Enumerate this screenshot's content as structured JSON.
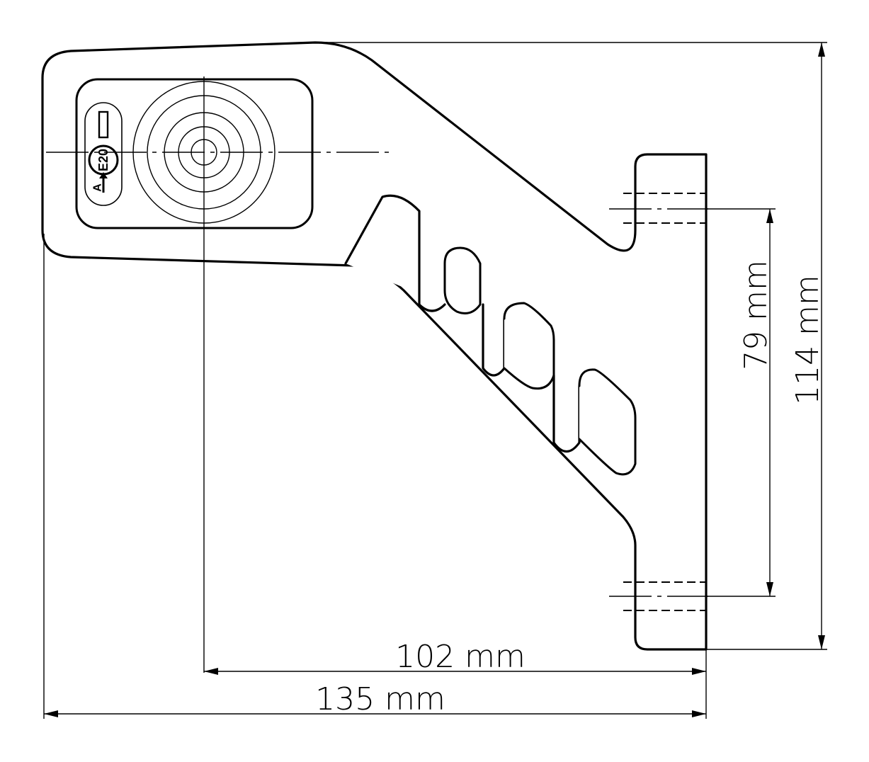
{
  "diagram": {
    "dimensions": {
      "width_label": "135 mm",
      "center_to_mount_label": "102 mm",
      "height_label": "114 mm",
      "hole_spacing_label": "79 mm"
    },
    "marking": {
      "approval_mark": "E20",
      "class_letter": "A"
    },
    "colors": {
      "line": "#000000",
      "background": "#ffffff"
    }
  }
}
